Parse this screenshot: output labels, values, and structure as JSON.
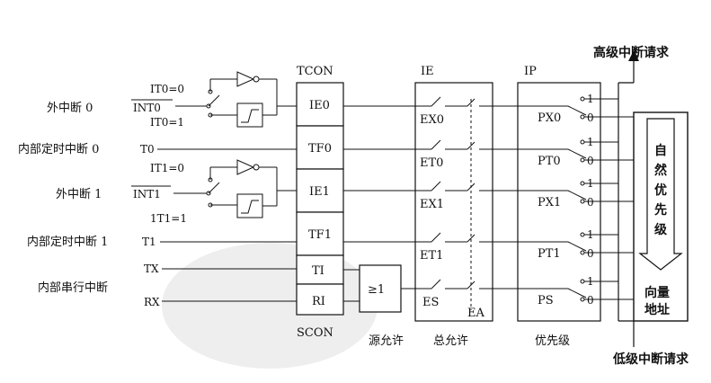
{
  "sources": {
    "ext0": "外中断 0",
    "int0_pin": "INT0",
    "it0_0": "IT0=0",
    "it0_1": "IT0=1",
    "timer0": "内部定时中断 0",
    "t0_pin": "T0",
    "ext1": "外中断 1",
    "int1_pin": "INT1",
    "it1_0": "IT1=0",
    "it1_1": "1T1=1",
    "timer1": "内部定时中断 1",
    "t1_pin": "T1",
    "serial": "内部串行中断",
    "tx": "TX",
    "rx": "RX"
  },
  "registers": {
    "tcon": "TCON",
    "scon": "SCON",
    "ie": "IE",
    "ip": "IP",
    "tcon_bits": [
      "IE0",
      "TF0",
      "IE1",
      "TF1"
    ],
    "scon_bits": [
      "TI",
      "RI"
    ],
    "or_gate": "≥1",
    "ie_bits": [
      "EX0",
      "ET0",
      "EX1",
      "ET1",
      "ES"
    ],
    "ea": "EA",
    "ip_bits": [
      "PX0",
      "PT0",
      "PX1",
      "PT1",
      "PS"
    ],
    "sw_hi": "1",
    "sw_lo": "0"
  },
  "captions": {
    "source_enable": "源允许",
    "global_enable": "总允许",
    "priority": "优先级"
  },
  "outputs": {
    "high_request": "高级中断请求",
    "low_request": "低级中断请求",
    "natural_priority": "自然优先级",
    "vector_address": "向量地址"
  }
}
